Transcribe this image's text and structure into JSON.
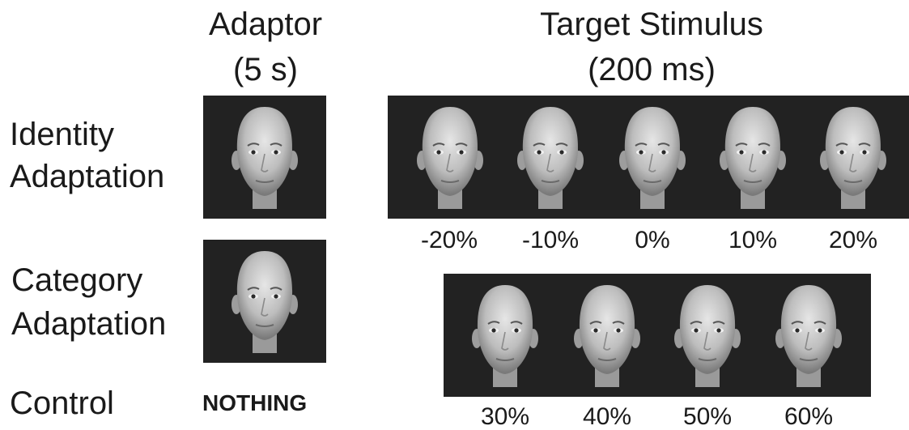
{
  "headers": {
    "adaptor_title": "Adaptor",
    "adaptor_duration": "(5 s)",
    "target_title": "Target Stimulus",
    "target_duration": "(200 ms)"
  },
  "rows": {
    "identity": {
      "line1": "Identity",
      "line2": "Adaptation"
    },
    "category": {
      "line1": "Category",
      "line2": "Adaptation"
    },
    "control": {
      "label": "Control",
      "adaptor_text": "NOTHING"
    }
  },
  "identity_targets": [
    "-20%",
    "-10%",
    "0%",
    "10%",
    "20%"
  ],
  "category_targets": [
    "30%",
    "40%",
    "50%",
    "60%"
  ],
  "colors": {
    "panel_background": "#222222",
    "face_skin": "#c9c9c9",
    "text": "#1a1a1a"
  }
}
